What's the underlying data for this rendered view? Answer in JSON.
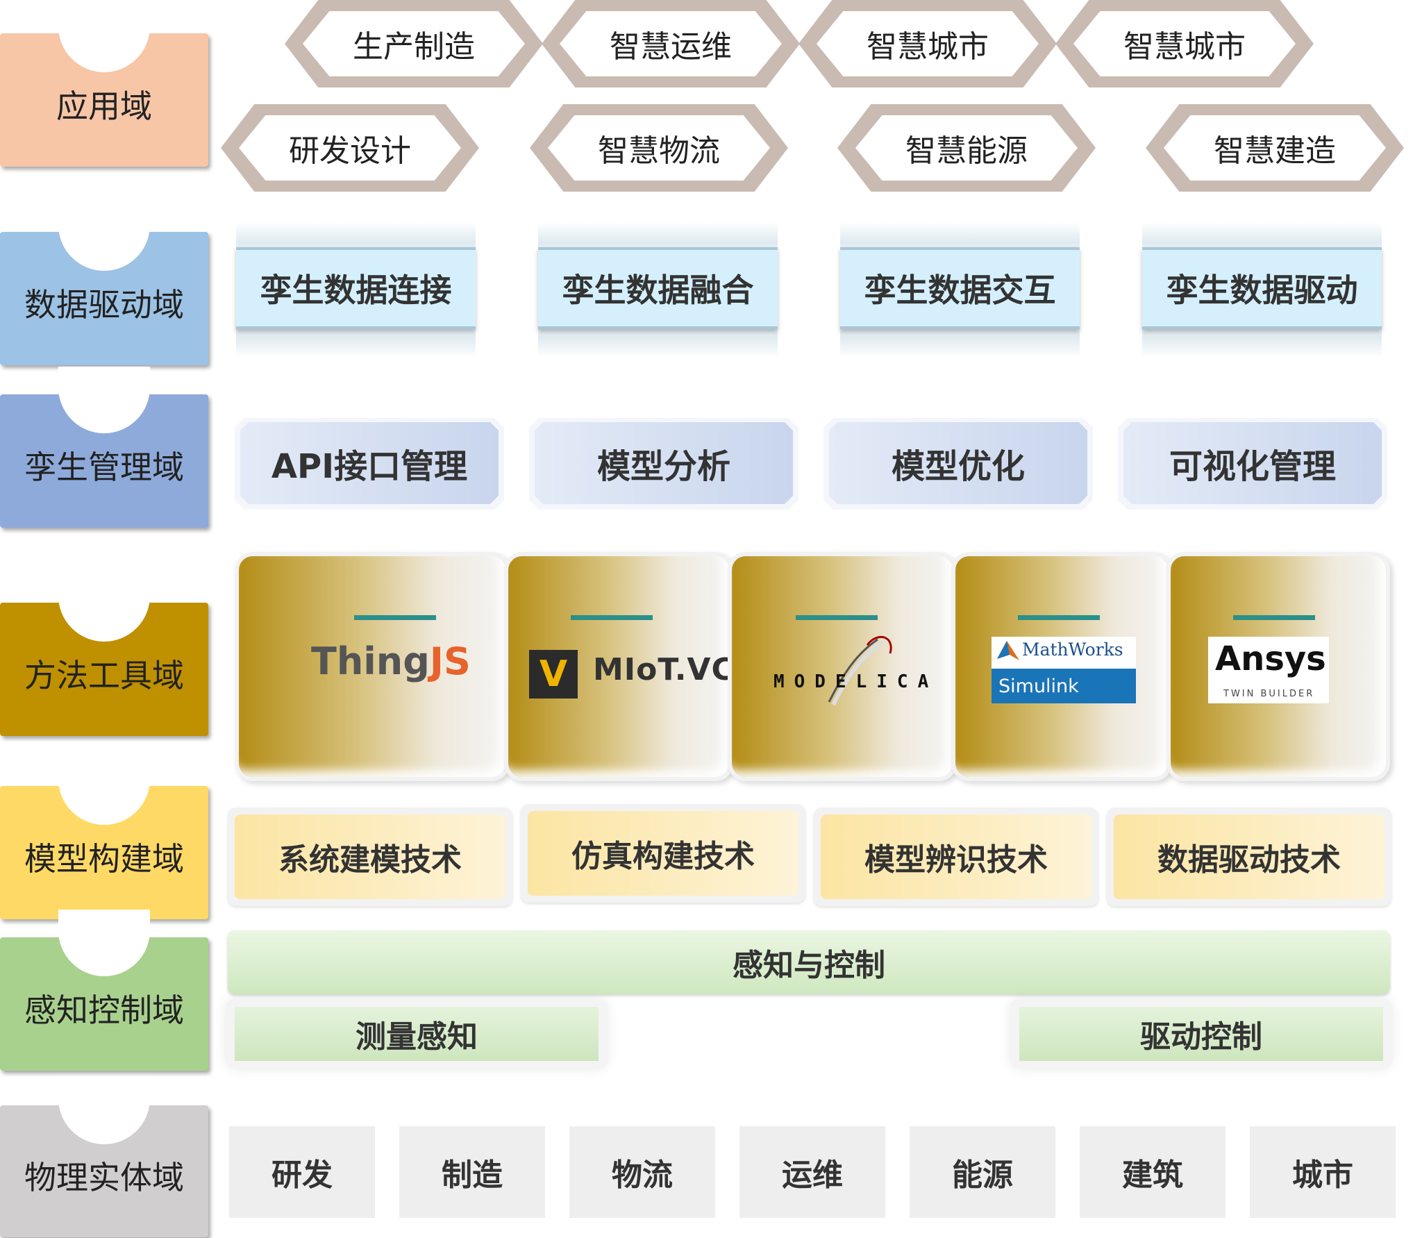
{
  "domains": {
    "application": "应用域",
    "data_driven": "数据驱动域",
    "twin_management": "孪生管理域",
    "methods_tools": "方法工具域",
    "model_building": "模型构建域",
    "perception_control": "感知控制域",
    "physical_entity": "物理实体域"
  },
  "domain_colors": {
    "application": "#f7c6a7",
    "data_driven": "#9cc2e5",
    "twin_management": "#8eaadb",
    "methods_tools": "#bf9000",
    "model_building": "#ffd966",
    "perception_control": "#a9d18e",
    "physical_entity": "#d0cece"
  },
  "application": {
    "top_row": [
      "生产制造",
      "智慧运维",
      "智慧城市",
      "智慧城市"
    ],
    "bottom_row": [
      "研发设计",
      "智慧物流",
      "智慧能源",
      "智慧建造"
    ]
  },
  "data_driven": [
    "孪生数据连接",
    "孪生数据融合",
    "孪生数据交互",
    "孪生数据驱动"
  ],
  "twin_management": [
    "API接口管理",
    "模型分析",
    "模型优化",
    "可视化管理"
  ],
  "tools": {
    "thingjs": {
      "main": "Thing",
      "accent": "JS"
    },
    "miot": {
      "icon": "V",
      "name": "MIoT.VC"
    },
    "modelica": "MODELICA",
    "mathworks": {
      "brand": "MathWorks",
      "product": "Simulink"
    },
    "ansys": {
      "brand": "Ansys",
      "product": "TWIN BUILDER"
    }
  },
  "model_building": [
    "系统建模技术",
    "仿真构建技术",
    "模型辨识技术",
    "数据驱动技术"
  ],
  "perception_control": {
    "main": "感知与控制",
    "left": "测量感知",
    "right": "驱动控制"
  },
  "physical_entity": [
    "研发",
    "制造",
    "物流",
    "运维",
    "能源",
    "建筑",
    "城市"
  ]
}
